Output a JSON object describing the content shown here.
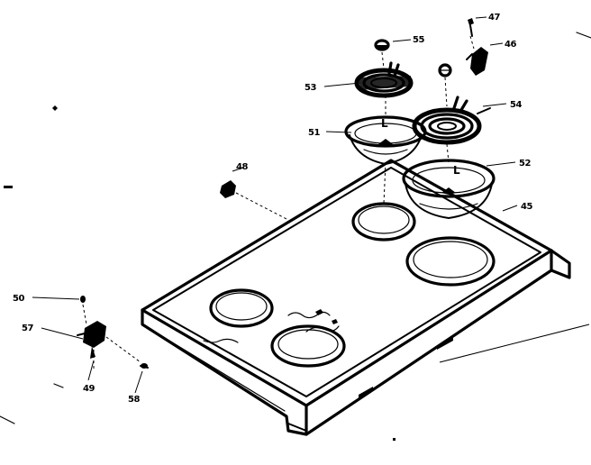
{
  "diagram": {
    "colors": {
      "ink": "#000000",
      "paper": "#ffffff"
    },
    "callouts": {
      "c47": "47",
      "c46": "46",
      "c55": "55",
      "c53": "53",
      "c54": "54",
      "c51": "51",
      "c52": "52",
      "c48": "48",
      "c45": "45",
      "c50": "50",
      "c57": "57",
      "c49": "49",
      "c58": "58"
    }
  }
}
